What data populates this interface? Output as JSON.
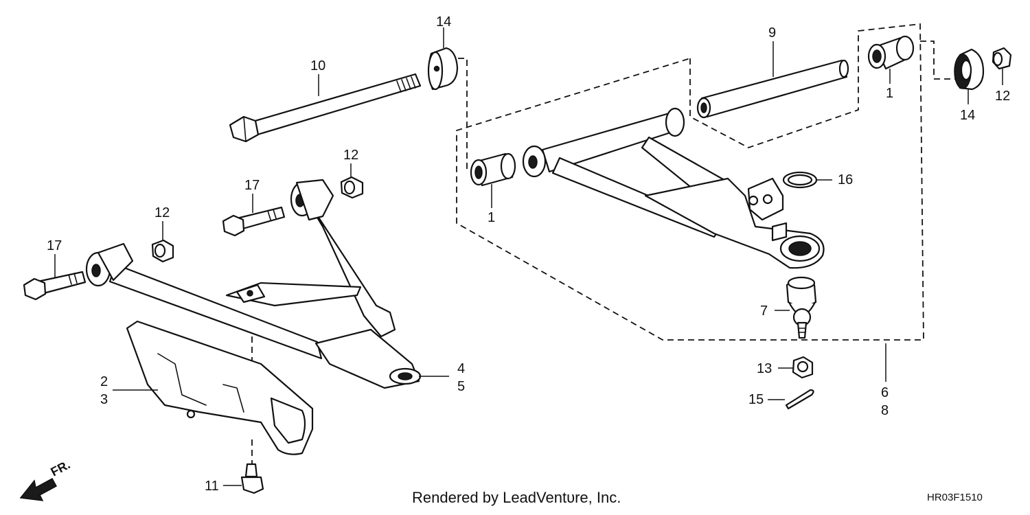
{
  "callouts": {
    "c14_top": "14",
    "c10": "10",
    "c9": "9",
    "c1_top": "1",
    "c14_right": "14",
    "c12_right": "12",
    "c12_mid": "12",
    "c17_mid": "17",
    "c12_left": "12",
    "c17_left": "17",
    "c1_left": "1",
    "c16": "16",
    "c7": "7",
    "c2": "2",
    "c3": "3",
    "c4": "4",
    "c5": "5",
    "c13": "13",
    "c15": "15",
    "c6": "6",
    "c8": "8",
    "c11": "11"
  },
  "direction_label": "FR.",
  "credit": "Rendered by LeadVentυre, Inc.",
  "diagram_code": "HR03F1510"
}
